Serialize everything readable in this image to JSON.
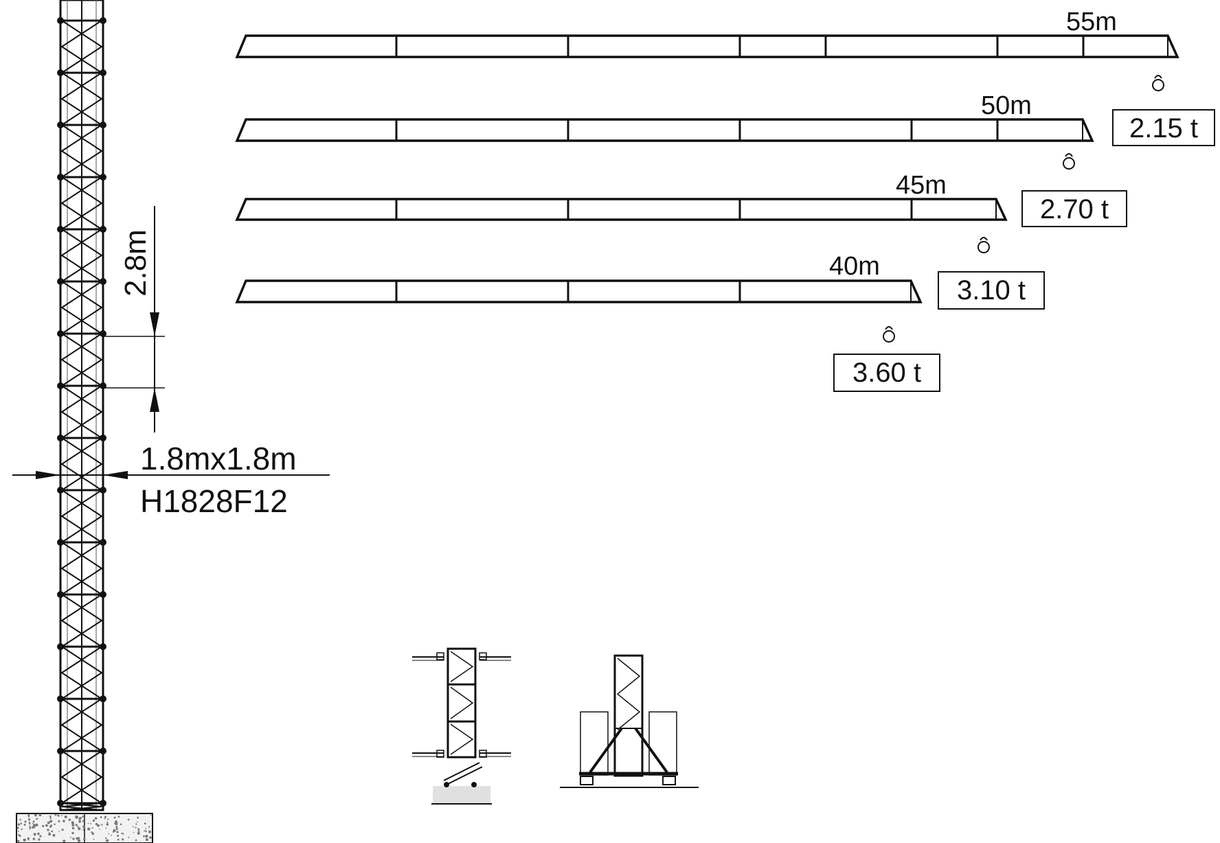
{
  "mast": {
    "section_height_label": "2.8m",
    "section_size_label": "1.8mx1.8m",
    "model_label": "H1828F12"
  },
  "jibs": [
    {
      "length_label": "55m",
      "tip_load_label": "2.15 t"
    },
    {
      "length_label": "50m",
      "tip_load_label": "2.70 t"
    },
    {
      "length_label": "45m",
      "tip_load_label": "3.10 t"
    },
    {
      "length_label": "40m",
      "tip_load_label": "3.60 t"
    }
  ],
  "colors": {
    "line": "#111111",
    "background": "#ffffff",
    "hatch": "#777777"
  }
}
